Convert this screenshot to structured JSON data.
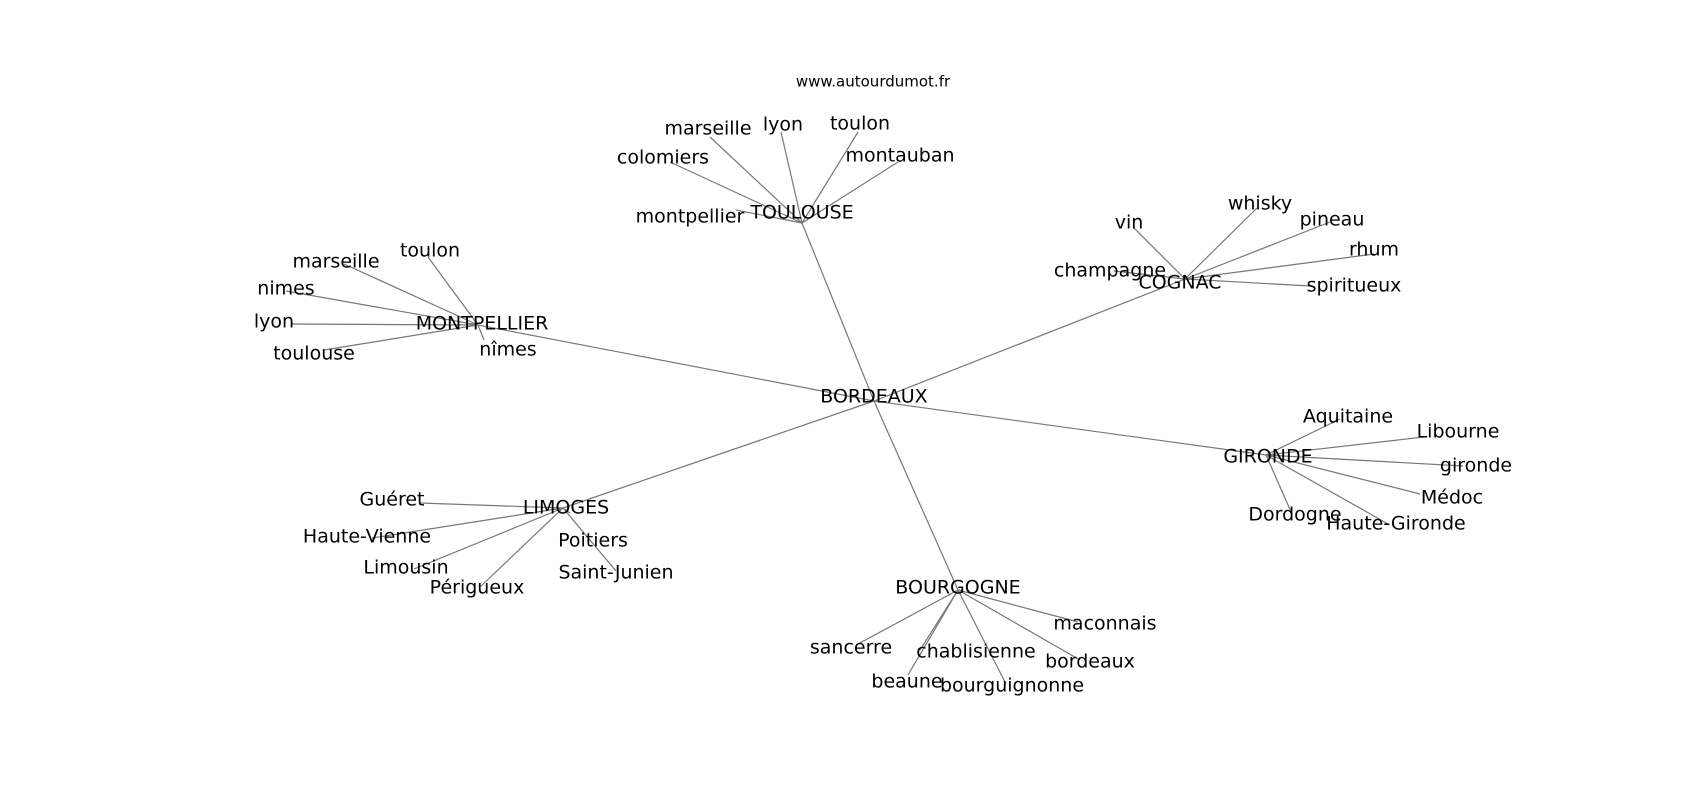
{
  "source": "www.autourdumot.fr",
  "colors": {
    "edge": "#777777",
    "text": "#000000",
    "background": "#ffffff"
  },
  "center": "BORDEAUX",
  "hubs": [
    {
      "id": "toulouse",
      "label": "TOULOUSE",
      "leaves": [
        "marseille",
        "lyon",
        "toulon",
        "colomiers",
        "montauban",
        "montpellier"
      ]
    },
    {
      "id": "montpellier",
      "label": "MONTPELLIER",
      "leaves": [
        "marseille",
        "toulon",
        "nimes",
        "lyon",
        "toulouse",
        "nîmes"
      ]
    },
    {
      "id": "cognac",
      "label": "COGNAC",
      "leaves": [
        "whisky",
        "vin",
        "pineau",
        "champagne",
        "rhum",
        "spiritueux"
      ]
    },
    {
      "id": "gironde",
      "label": "GIRONDE",
      "leaves": [
        "Aquitaine",
        "Libourne",
        "gironde",
        "Médoc",
        "Dordogne",
        "Haute-Gironde"
      ]
    },
    {
      "id": "limoges",
      "label": "LIMOGES",
      "leaves": [
        "Guéret",
        "Haute-Vienne",
        "Poitiers",
        "Limousin",
        "Saint-Junien",
        "Périgueux"
      ]
    },
    {
      "id": "bourgogne",
      "label": "BOURGOGNE",
      "leaves": [
        "maconnais",
        "sancerre",
        "chablisienne",
        "bordeaux",
        "beaune",
        "bourguignonne"
      ]
    }
  ]
}
